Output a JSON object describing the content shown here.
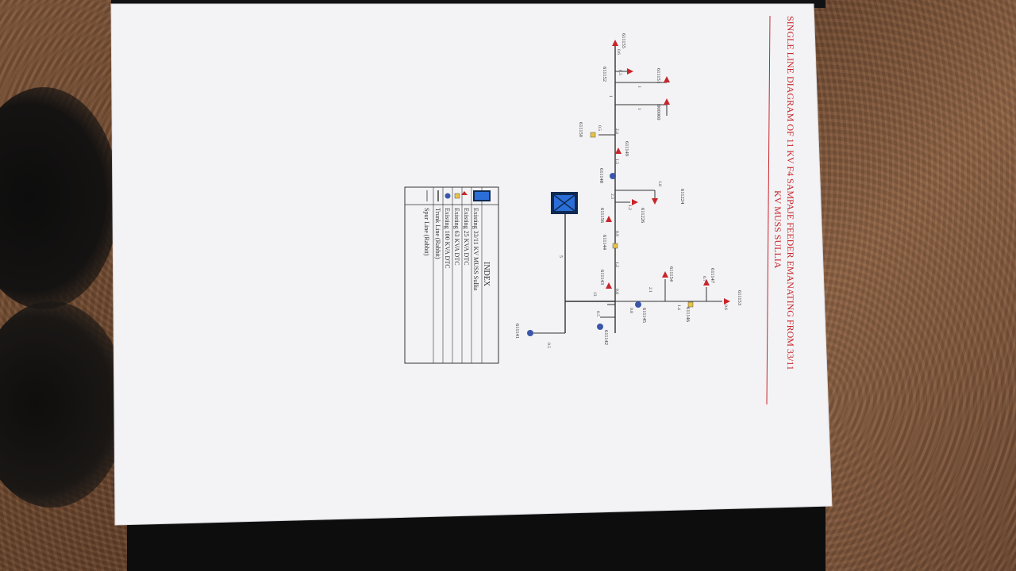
{
  "title": {
    "line1": "SINGLE LINE DIAGRAM OF 11 KV F4 SAMPAJE FEEDER EMANATING FROM 33/11",
    "line2": "KV MUSS SULLIA"
  },
  "colors": {
    "accent_red": "#c8252a",
    "transformer_yellow": "#e8c34a",
    "transformer_blue": "#3b56a8",
    "substation_blue": "#2b6ed8",
    "line": "#333333"
  },
  "nodes": {
    "n611153": "611153",
    "n611147": "611147",
    "n611146": "611146",
    "n611154": "611154",
    "n611145": "611145",
    "n611142": "611142",
    "n611141": "611141",
    "n611143": "611143",
    "n611144": "611144",
    "n611156": "611156",
    "n611226": "611226",
    "n611224": "611224",
    "n611148": "611148",
    "n611149": "611149",
    "n611150": "611150",
    "n000000": "000000",
    "n611151": "611151",
    "n611152": "611152",
    "n611155": "611155"
  },
  "lengths": {
    "l06a": "0.6",
    "l07": "0.7",
    "l14": "1.4",
    "l21": "2.1",
    "l08a": "0.8",
    "l08b": "0.8",
    "l05a": "0.5",
    "l13": "13",
    "l05b": "0.5",
    "l12a": "1.2",
    "l09": "0.9",
    "l5": "5",
    "l12b": "1.2",
    "l18": "1.8",
    "l23": "2.3",
    "l15": "1.5",
    "l24": "2.4",
    "l05c": "0.5",
    "l1a": "1",
    "l1b": "1",
    "l1c": "1",
    "l05d": "0.5",
    "l06b": "0.6"
  },
  "index": {
    "heading": "INDEX",
    "items": [
      "Existing 33/11 KV MUSS Sullia",
      "Existing 25 KVA DTC",
      "Existing 63 KVA DTC",
      "Existing 100 KVA DTC",
      "Trunk Line (Rabbit)",
      "Spur Line (Rabbit)"
    ]
  }
}
